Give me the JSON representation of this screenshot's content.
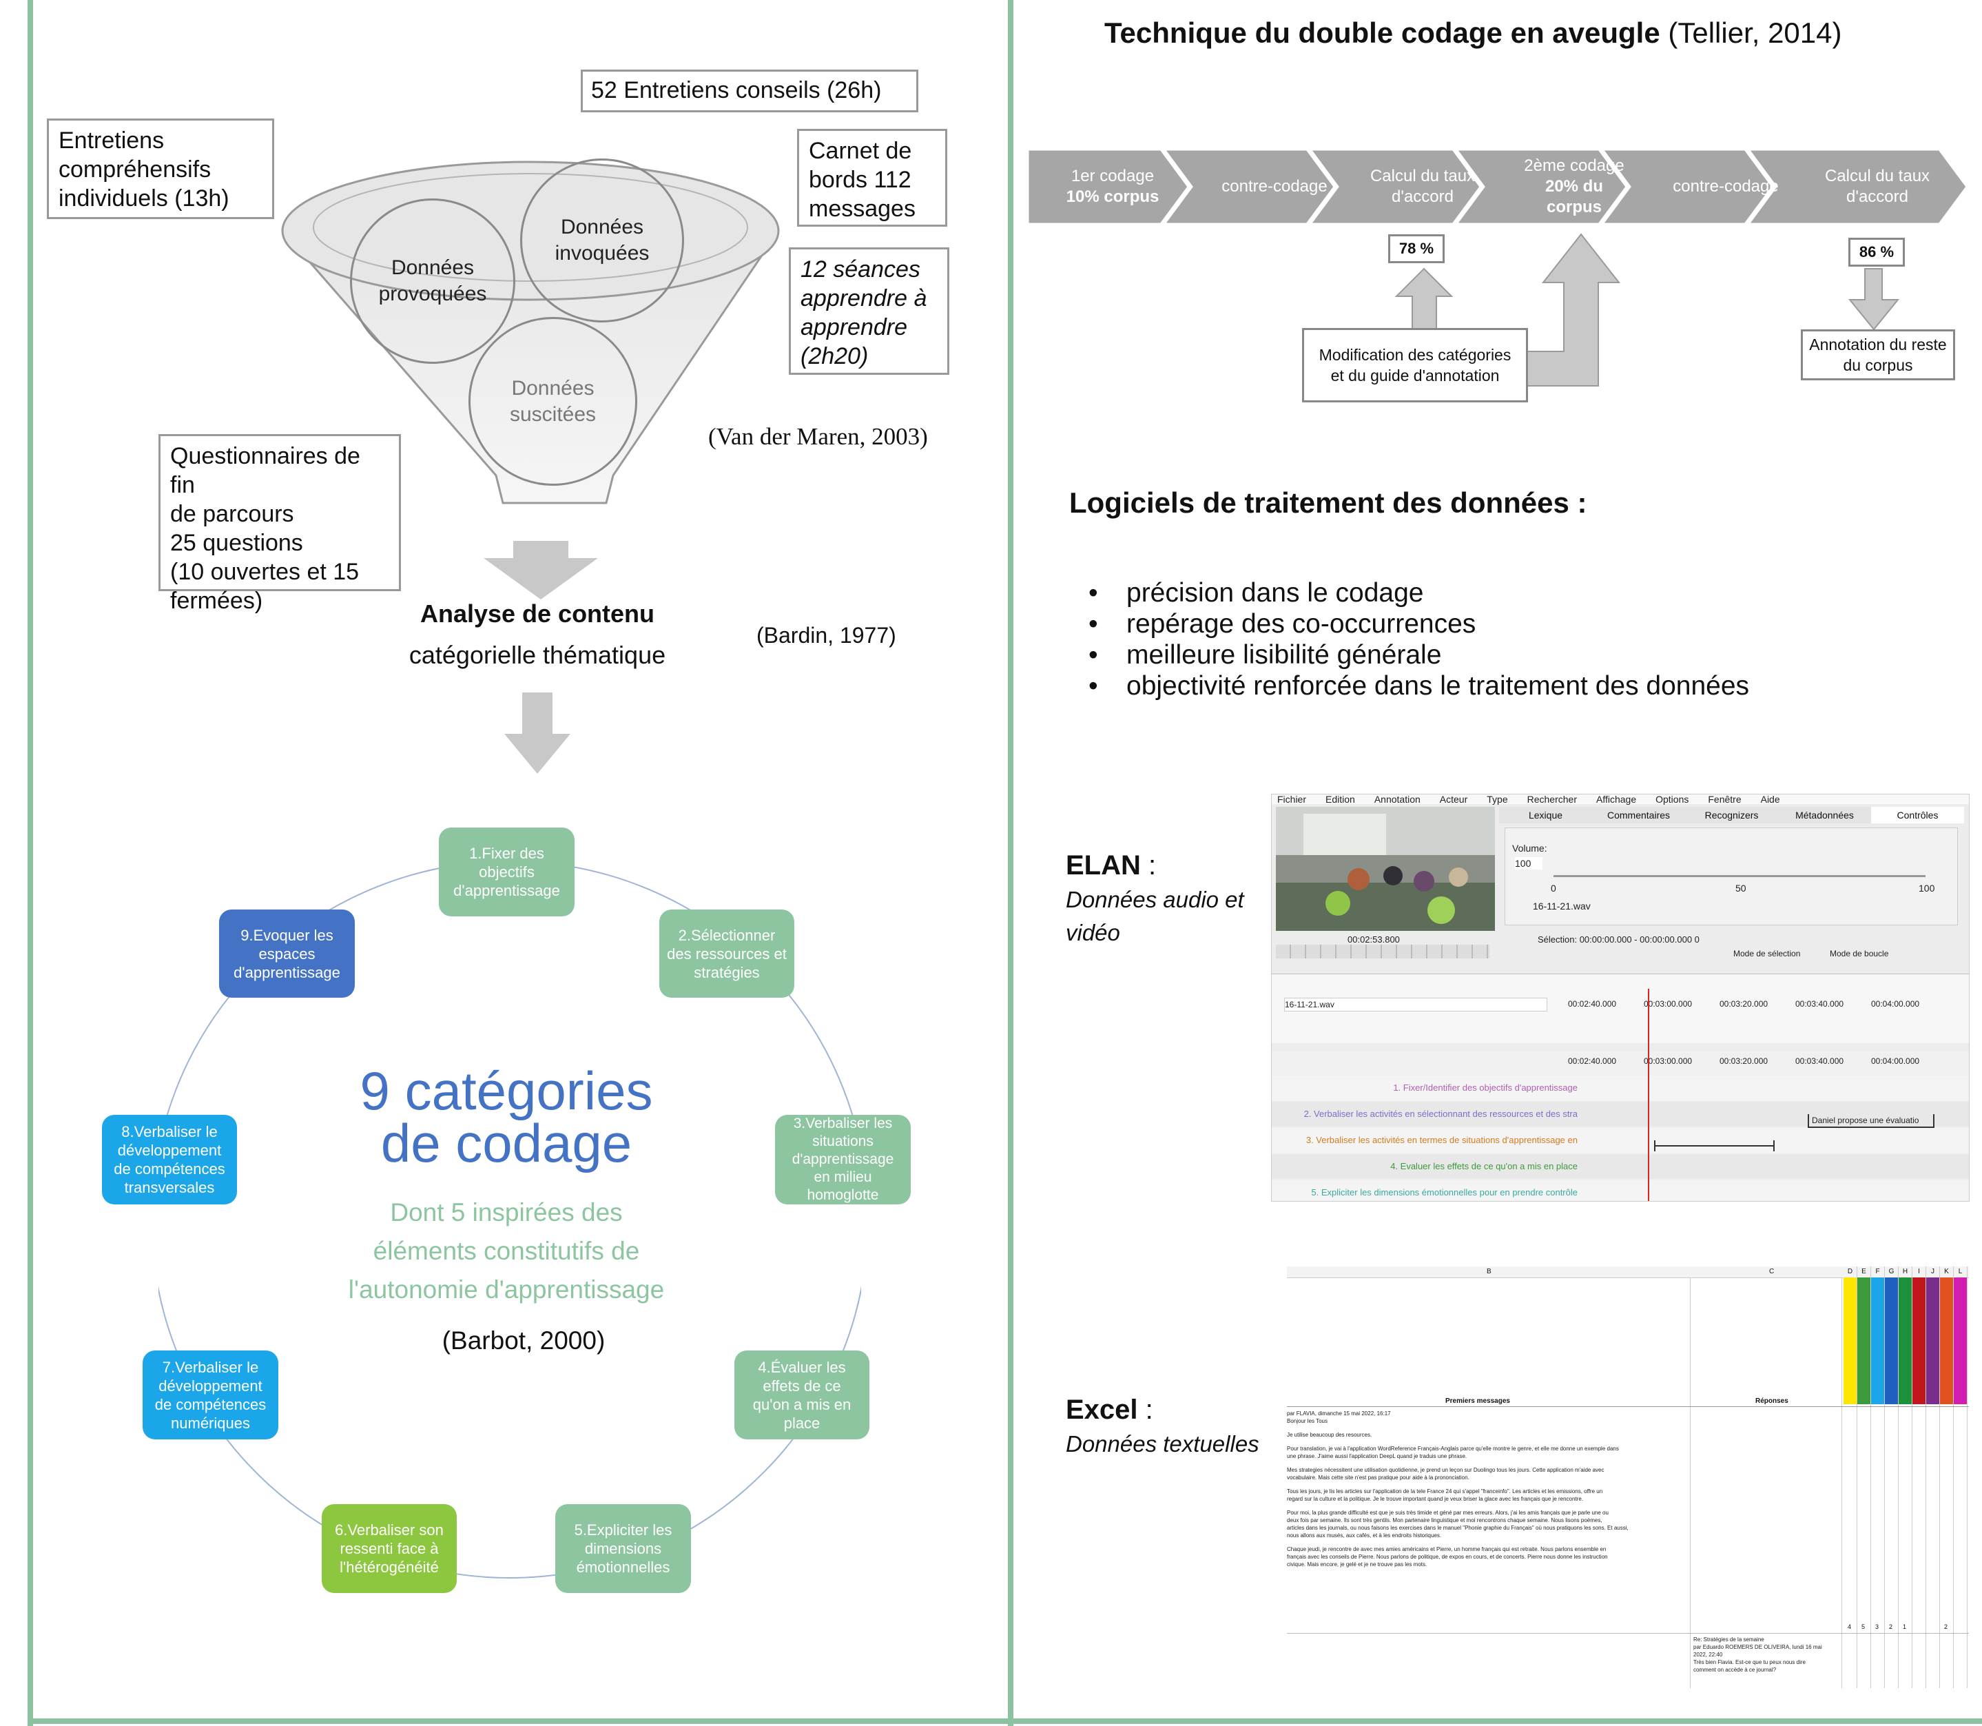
{
  "left": {
    "boxes": {
      "entretiens_conseils": "52 Entretiens conseils (26h)",
      "entretiens_comprehensifs": [
        "Entretiens",
        "compréhensifs",
        "individuels (13h)"
      ],
      "carnet": [
        "Carnet de",
        "bords 112",
        "messages"
      ],
      "seances": [
        "12 séances",
        "apprendre à",
        "apprendre",
        "(2h20)"
      ],
      "questionnaires": [
        "Questionnaires de fin",
        "de parcours",
        "25 questions",
        "(10 ouvertes et 15",
        "fermées)"
      ]
    },
    "bubbles": {
      "provoquees": [
        "Données",
        "provoquées"
      ],
      "invoquees": [
        "Données",
        "invoquées"
      ],
      "suscitees": [
        "Données",
        "suscitées"
      ]
    },
    "citation_vandermaren": "(Van der Maren, 2003)",
    "analyse_title": "Analyse de contenu",
    "analyse_sub": "catégorielle thématique",
    "citation_bardin": "(Bardin, 1977)",
    "center_title": [
      "9 catégories",
      "de codage"
    ],
    "center_sub": [
      "Dont 5 inspirées des",
      "éléments constitutifs de",
      "l'autonomie d'apprentissage"
    ],
    "citation_barbot": "(Barbot, 2000)",
    "categories": [
      [
        "1.Fixer des",
        "objectifs",
        "d'apprentissage"
      ],
      [
        "2.Sélectionner",
        "des ressources et",
        "stratégies"
      ],
      [
        "3.Verbaliser les",
        "situations",
        "d'apprentissage",
        "en milieu",
        "homoglotte"
      ],
      [
        "4.Évaluer les",
        "effets de ce",
        "qu'on a mis en",
        "place"
      ],
      [
        "5.Expliciter les",
        "dimensions",
        "émotionnelles"
      ],
      [
        "6.Verbaliser son",
        "ressenti face à",
        "l'hétérogénéité"
      ],
      [
        "7.Verbaliser le",
        "développement",
        "de compétences",
        "numériques"
      ],
      [
        "8.Verbaliser le",
        "développement",
        "de compétences",
        "transversales"
      ],
      [
        "9.Evoquer les",
        "espaces",
        "d'apprentissage"
      ]
    ]
  },
  "right": {
    "title_bold": "Technique du double codage en aveugle",
    "title_cite": "(Tellier, 2014)",
    "process": [
      {
        "line1": "1er codage",
        "line2": "10% corpus"
      },
      {
        "line1": "contre-codage",
        "line2": ""
      },
      {
        "line1": "Calcul du taux",
        "line2": "d'accord"
      },
      {
        "line1": "2ème codage",
        "line2": "20% du corpus"
      },
      {
        "line1": "contre-codage",
        "line2": ""
      },
      {
        "line1": "Calcul du taux",
        "line2": "d'accord"
      }
    ],
    "pct1": "78 %",
    "pct2": "86 %",
    "modification": [
      "Modification des catégories",
      "et du guide d'annotation"
    ],
    "annotation": [
      "Annotation du reste",
      "du corpus"
    ],
    "logiciels_title": "Logiciels de traitement des données :",
    "bullets": [
      "précision dans le codage",
      "repérage des co-occurrences",
      "meilleure lisibilité générale",
      "objectivité renforcée dans le traitement des données"
    ],
    "elan": {
      "name": "ELAN",
      "colon": " :",
      "desc": [
        "Données audio et",
        "vidéo"
      ]
    },
    "excel": {
      "name": "Excel",
      "colon": " :",
      "desc": "Données textuelles"
    },
    "elan_shot": {
      "menu": [
        "Fichier",
        "Edition",
        "Annotation",
        "Acteur",
        "Type",
        "Rechercher",
        "Affichage",
        "Options",
        "Fenêtre",
        "Aide"
      ],
      "tabs": [
        "Lexique",
        "Commentaires",
        "Recognizers",
        "Métadonnées",
        "Contrôles"
      ],
      "volume_label": "Volume:",
      "volume_value": "100",
      "ticks": [
        "0",
        "50",
        "100"
      ],
      "file": "16-11-21.wav",
      "time": "00:02:53.800",
      "selection": "Sélection: 00:00:00.000 - 00:00:00.000  0",
      "mode1": "Mode de sélection",
      "mode2": "Mode de boucle",
      "timeline": [
        "00:02:40.000",
        "00:03:00.000",
        "00:03:20.000",
        "00:03:40.000",
        "00:04:00.000"
      ],
      "tiers": [
        {
          "label": "1. Fixer/Identifier des objectifs d'apprentissage",
          "color": "#b05fb0"
        },
        {
          "label": "2. Verbaliser les activités en sélectionnant des ressources et des stra",
          "color": "#7a6fc9"
        },
        {
          "label": "3. Verbaliser les activités en termes de situations d'apprentissage en",
          "color": "#d47b1f"
        },
        {
          "label": "4. Evaluer les effets de ce qu'on a mis en place",
          "color": "#3c9a3c"
        },
        {
          "label": "5. Expliciter les dimensions émotionnelles pour en prendre contrôle",
          "color": "#3aa9a0"
        }
      ],
      "annotation_text": "Daniel propose une évaluatio"
    },
    "excel_shot": {
      "col_b": "B",
      "col_c": "C",
      "cols": [
        "D",
        "E",
        "F",
        "G",
        "H",
        "I",
        "J",
        "K",
        "L"
      ],
      "header_b": "Premiers messages",
      "header_c": "Réponses",
      "col_colors": [
        "#ffe600",
        "#3c9a3c",
        "#1aa6e8",
        "#1f5fbf",
        "#1e8f3a",
        "#c0161c",
        "#7b2d8e",
        "#e0521e",
        "#d21eb0"
      ],
      "lines": [
        "par FLAVIA, dimanche 15 mai 2022, 16:17",
        "Bonjour les Tous",
        "Je utilise beaucoup des resources.",
        "Pour translation, je vai à l'application WordReference Français-Anglais parce qu'elle montre le genre, et elle me donne un exemple dans",
        "une phrase. J'aime aussi l'application DeepL quand je traduis une phrase.",
        "Mes strategies nécessitent une utilisation quotidienne, je prend un leçon sur Duolingo tous les jours. Cette application m'aide avec",
        "vocabulaire. Mais cette site n'est pas pratique pour aide à la prononciation.",
        "Tous les jours, je lis les articles sur l'application de la tele France 24 qui s'appel \"franceinfo\". Les articles et les emissions, offre un",
        "regard sur la culture et la politique. Je le trouve important quand je veux briser la glace avec les français que je rencontre.",
        "Pour moi, la plus grande difficulté est que je suis très timide et géné par mes erreurs. Alors, j'ai les amis français que je parle une ou",
        "deux fois par semaine. Ils sont très gentils. Mon partenaire linguistique et moi rencontrons chaque semaine. Nous lisons poèmes,",
        "articles dans les journals, ou nous faisons les exercises dans le manuel \"Phonie graphie du Français\" où nous pratiquons les sons. Et aussi,",
        "nous allons aux musés, aux cafés, et à les endroits historiques.",
        "Chaque jeudi, je rencontre de avec mes amies américains et Pierre, un homme français qui est retraite. Nous parlons ensemble en",
        "français avec les conseils de Pierre. Nous parlons de politique, de expos en cours, et de concerts. Pierre nous donne les instruction",
        "civique. Mais encore, je gelé et je ne trouve pas les mots."
      ],
      "counts": [
        "4",
        "5",
        "3",
        "2",
        "1",
        "",
        "",
        "2",
        ""
      ],
      "reply": [
        "Re: Stratégies de la semaine",
        "par Eduardo ROEMERS DE OLIVEIRA, lundi 16 mai",
        "2022, 22:40",
        "Très bien Flavia. Est-ce que tu peux nous dire",
        "comment on accède à ce journal?"
      ]
    }
  }
}
